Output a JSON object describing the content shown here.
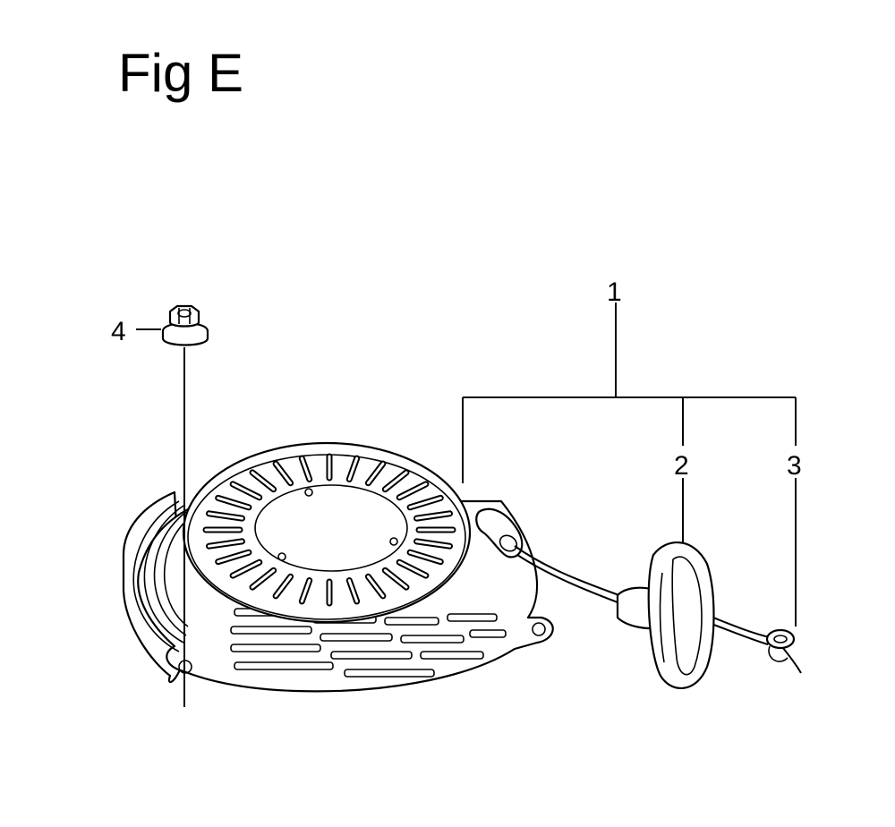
{
  "figure": {
    "title": "Fig E"
  },
  "callouts": [
    {
      "label": "1"
    },
    {
      "label": "2"
    },
    {
      "label": "3"
    },
    {
      "label": "4"
    }
  ]
}
